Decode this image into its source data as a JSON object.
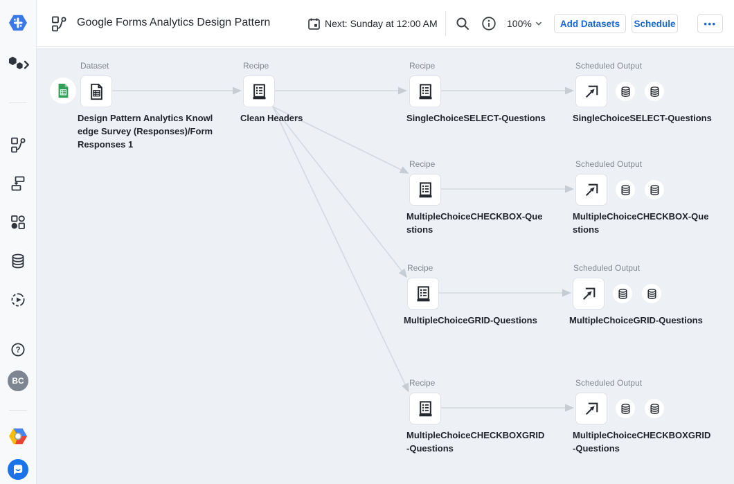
{
  "header": {
    "title": "Google Forms Analytics Design Pattern",
    "next_run": "Next: Sunday at 12:00 AM",
    "zoom_level": "100%",
    "add_datasets_label": "Add Datasets",
    "schedule_label": "Schedule",
    "more_label": "•••",
    "icons": [
      "flow-icon",
      "calendar-icon",
      "search-icon",
      "info-icon",
      "caret-down-icon"
    ]
  },
  "sidebar": {
    "avatar_initials": "BC",
    "icons": [
      "dataprep-logo",
      "hexagon-cluster-icon",
      "chevron-right-icon",
      "flow-icon",
      "plans-icon",
      "library-icon",
      "database-icon",
      "job-history-icon",
      "help-icon",
      "google-cloud-logo",
      "chat-icon"
    ]
  },
  "canvas": {
    "dataset": {
      "type": "Dataset",
      "name": "Design Pattern Analytics Knowl\nedge Survey (Responses)/Form\nResponses 1"
    },
    "clean": {
      "type": "Recipe",
      "name": "Clean Headers"
    },
    "rows": [
      {
        "recipe_type": "Recipe",
        "recipe": "SingleChoiceSELECT-Questions",
        "output_type": "Scheduled Output",
        "output": "SingleChoiceSELECT-Questions"
      },
      {
        "recipe_type": "Recipe",
        "recipe": "MultipleChoiceCHECKBOX-Que\nstions",
        "output_type": "Scheduled Output",
        "output": "MultipleChoiceCHECKBOX-Que\nstions"
      },
      {
        "recipe_type": "Recipe",
        "recipe": "MultipleChoiceGRID-Questions",
        "output_type": "Scheduled Output",
        "output": "MultipleChoiceGRID-Questions"
      },
      {
        "recipe_type": "Recipe",
        "recipe": "MultipleChoiceCHECKBOXGRID\n-Questions",
        "output_type": "Scheduled Output",
        "output": "MultipleChoiceCHECKBOXGRID\n-Questions"
      }
    ]
  },
  "colors": {
    "accent_blue": "#1967d2",
    "sheets_green": "#2e9e58",
    "canvas_bg": "#edf0f4",
    "edge_gray": "#d4d9df"
  }
}
